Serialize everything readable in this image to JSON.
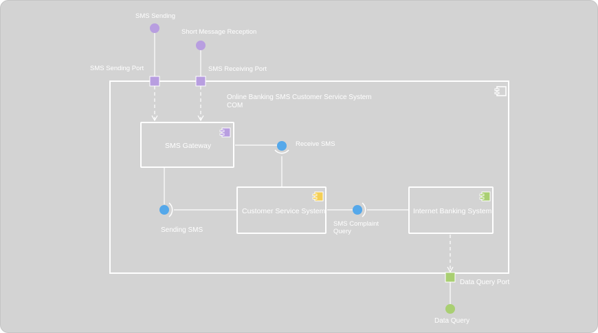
{
  "diagram": {
    "system_title": "Online Banking SMS Customer Service System",
    "system_subtitle": "COM",
    "external": {
      "sms_sending": "SMS Sending",
      "short_message_reception": "Short Message Reception",
      "sms_sending_port": "SMS Sending Port",
      "sms_receiving_port": "SMS Receiving Port"
    },
    "components": {
      "sms_gateway": "SMS Gateway",
      "customer_service_system": "Customer Service System",
      "internet_banking_system": "Internet Banking System"
    },
    "interfaces": {
      "receive_sms": "Receive SMS",
      "sending_sms": "Sending SMS",
      "sms_complaint_query_line1": "SMS Complaint",
      "sms_complaint_query_line2": "Query",
      "data_query_port": "Data Query Port",
      "data_query": "Data Query"
    },
    "colors": {
      "background": "#d3d3d3",
      "purple": "#b89ee0",
      "blue": "#55a8ea",
      "green": "#a9cf72",
      "yellow": "#f4cf55",
      "line": "#ffffff"
    },
    "icons": {
      "component": "component-icon"
    }
  }
}
